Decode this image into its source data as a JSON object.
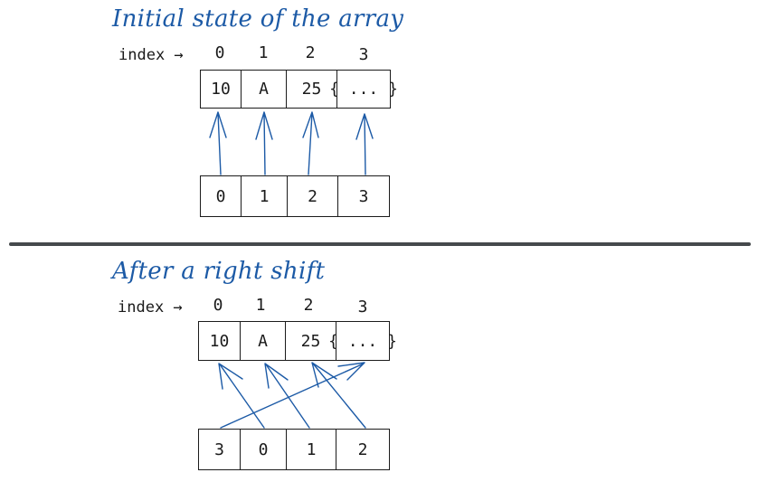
{
  "top": {
    "title": "Initial state of the array",
    "index_label": "index →",
    "indices": [
      "0",
      "1",
      "2",
      "3"
    ],
    "array": [
      "10",
      "A",
      "25",
      "{ ... }"
    ],
    "positions": [
      "0",
      "1",
      "2",
      "3"
    ]
  },
  "bottom": {
    "title": "After a right shift",
    "index_label": "index →",
    "indices": [
      "0",
      "1",
      "2",
      "3"
    ],
    "array": [
      "10",
      "A",
      "25",
      "{ ... }"
    ],
    "positions": [
      "3",
      "0",
      "1",
      "2"
    ]
  },
  "colors": {
    "title": "#1c5aa6",
    "arrow": "#1c5aa6",
    "divider": "#45494c",
    "border": "#1b1b1b"
  }
}
